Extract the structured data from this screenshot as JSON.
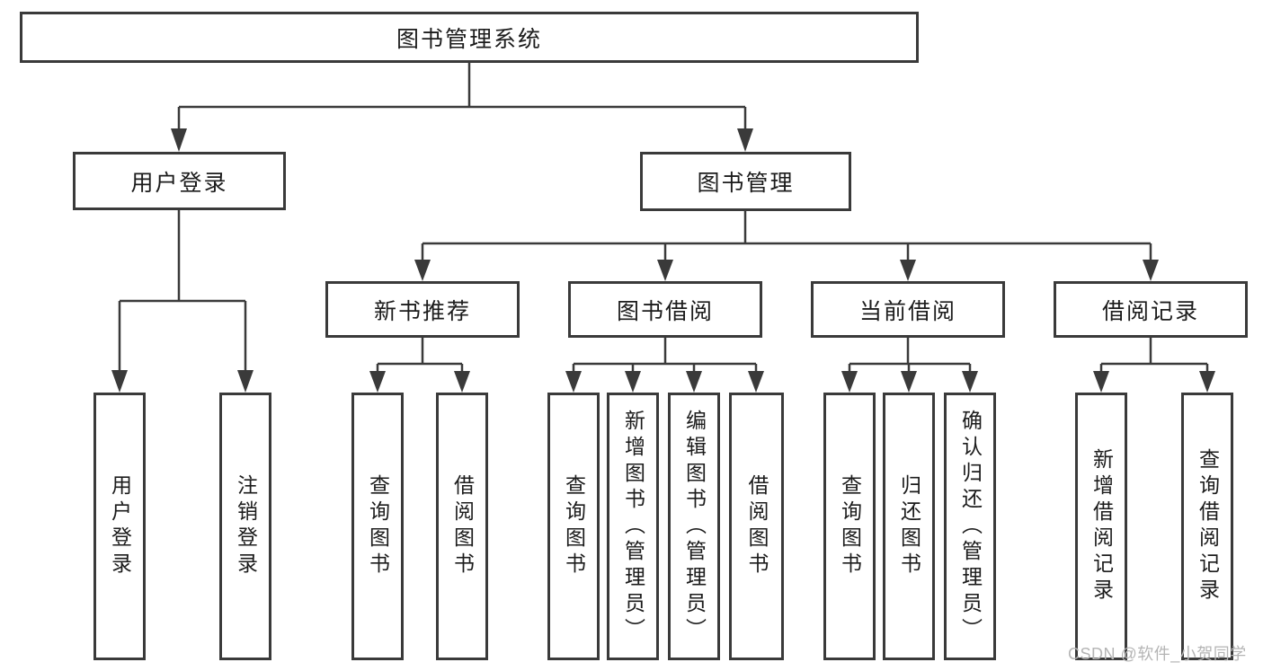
{
  "diagram": {
    "watermark": "CSDN @软件_小贺同学",
    "colors": {
      "line": "#3a3a3a",
      "text": "#1c1c1c",
      "watermark": "#b5b5b5",
      "background": "#ffffff"
    },
    "nodes": {
      "root": "图书管理系统",
      "level2": [
        "用户登录",
        "图书管理"
      ],
      "login_children": [
        "用户登录",
        "注销登录"
      ],
      "level3": [
        "新书推荐",
        "图书借阅",
        "当前借阅",
        "借阅记录"
      ],
      "new_book_children": [
        "查询图书",
        "借阅图书"
      ],
      "borrow_children": [
        "查询图书",
        "新增图书（管理员）",
        "编辑图书（管理员）",
        "借阅图书"
      ],
      "current_children": [
        "查询图书",
        "归还图书",
        "确认归还（管理员）"
      ],
      "record_children": [
        "新增借阅记录",
        "查询借阅记录"
      ]
    }
  }
}
